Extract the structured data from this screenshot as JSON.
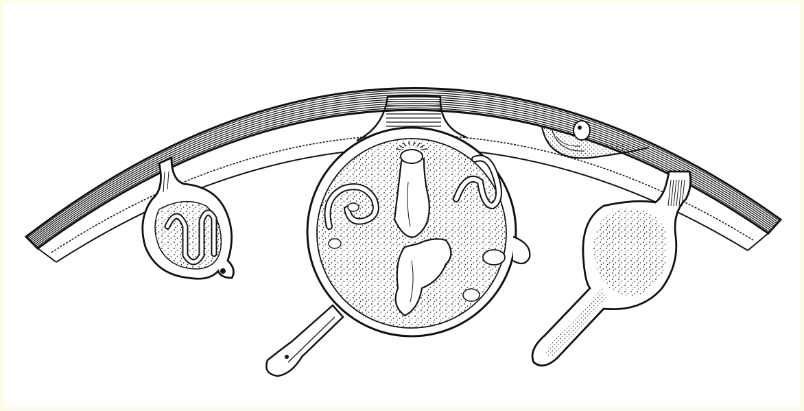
{
  "figure": {
    "kind": "line-drawing",
    "colors": {
      "ink": "#111111",
      "paper": "#ffffff",
      "border": "#fdfbe9"
    },
    "structures": [
      {
        "name": "body-wall",
        "icon": "layered-arc"
      },
      {
        "name": "left-chamber",
        "icon": "coiled-tube"
      },
      {
        "name": "central-chamber",
        "icon": "stippled-sphere"
      },
      {
        "name": "right-chamber",
        "icon": "flask"
      }
    ]
  }
}
